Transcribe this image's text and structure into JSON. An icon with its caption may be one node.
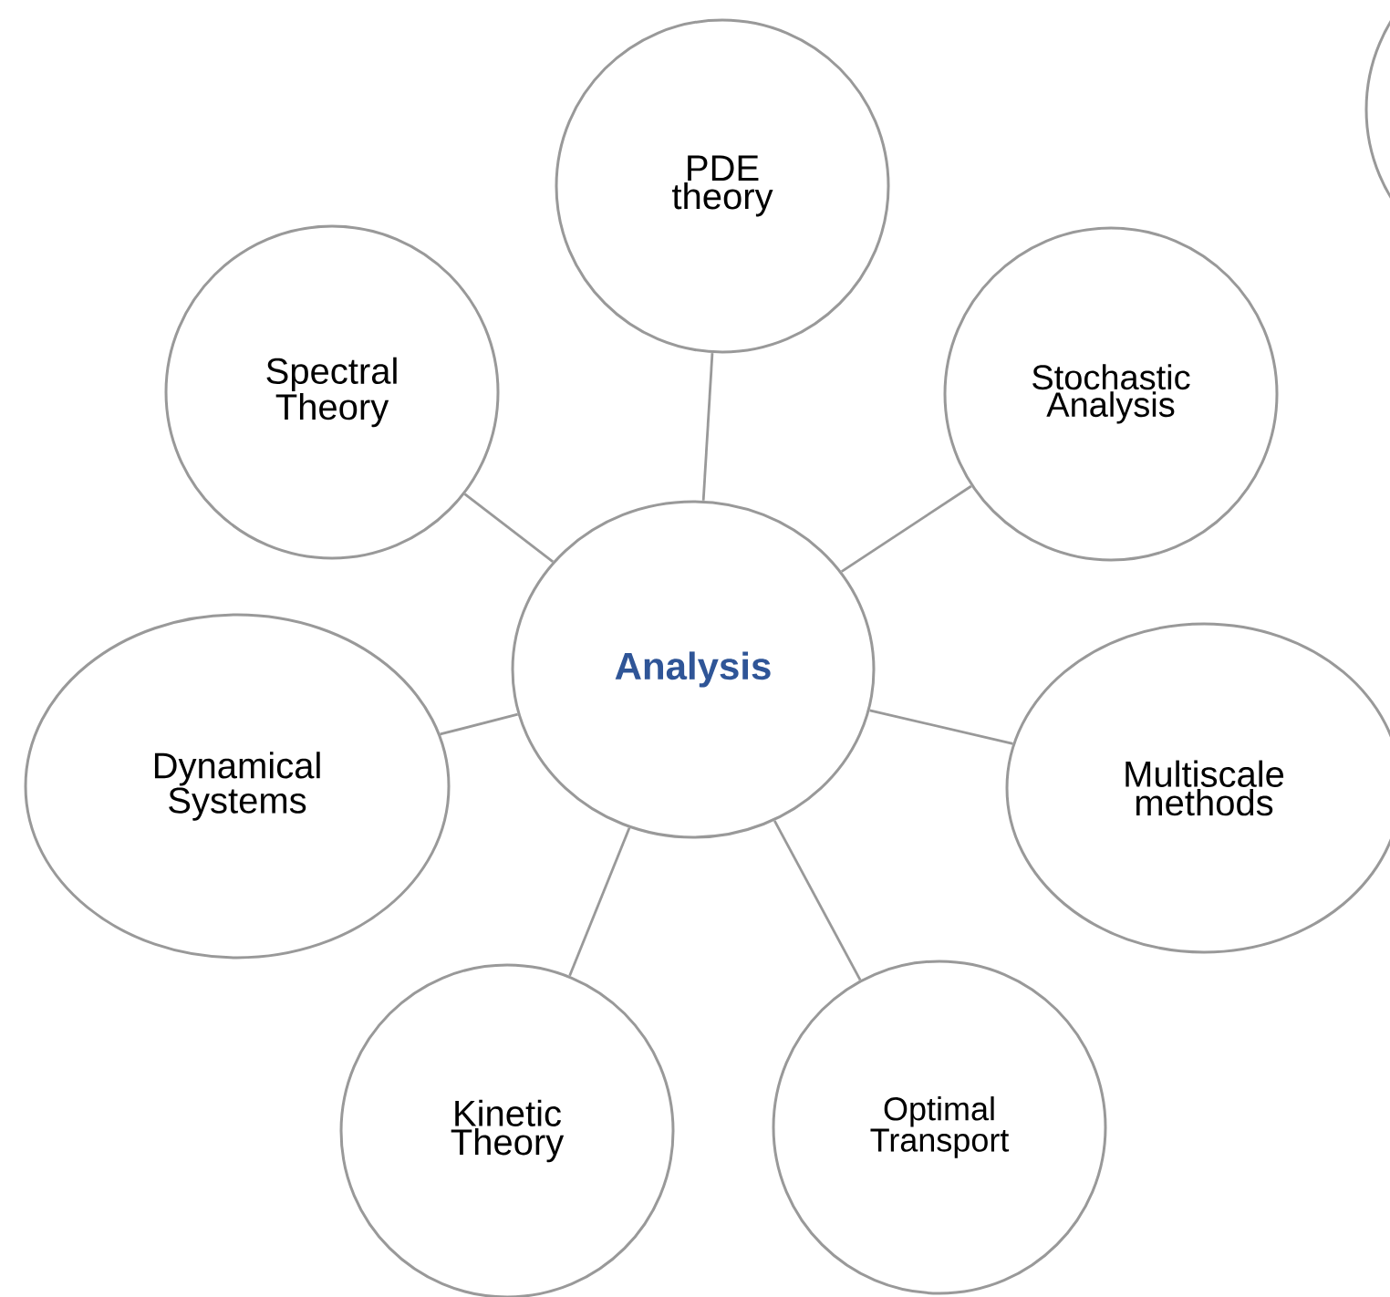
{
  "diagram": {
    "nodes": [
      {
        "text": [
          "PDE theory"
        ]
      },
      {
        "text": [],
        "shape": "circle"
      },
      {
        "text": [
          "Spectral Theory"
        ]
      },
      {
        "text": [
          "Stochastic Analysis"
        ]
      },
      {
        "text": [
          "Analysis"
        ]
      },
      {
        "text": [
          "Dynamical Systems"
        ]
      },
      {
        "text": [
          "Multiscale methods"
        ]
      },
      {
        "text": [
          "Kinetic Theory"
        ]
      },
      {
        "text": [
          "Optimal Transport"
        ]
      }
    ],
    "edges": [
      {
        "from": 4,
        "to": 0,
        "arrow": "none"
      },
      {
        "from": 4,
        "to": 2,
        "arrow": "none"
      },
      {
        "from": 4,
        "to": 3,
        "arrow": "none"
      },
      {
        "from": 4,
        "to": 5,
        "arrow": "none"
      },
      {
        "from": 4,
        "to": 6,
        "arrow": "none"
      },
      {
        "from": 4,
        "to": 7,
        "arrow": "none"
      },
      {
        "from": 4,
        "to": 8,
        "arrow": "none"
      }
    ]
  }
}
